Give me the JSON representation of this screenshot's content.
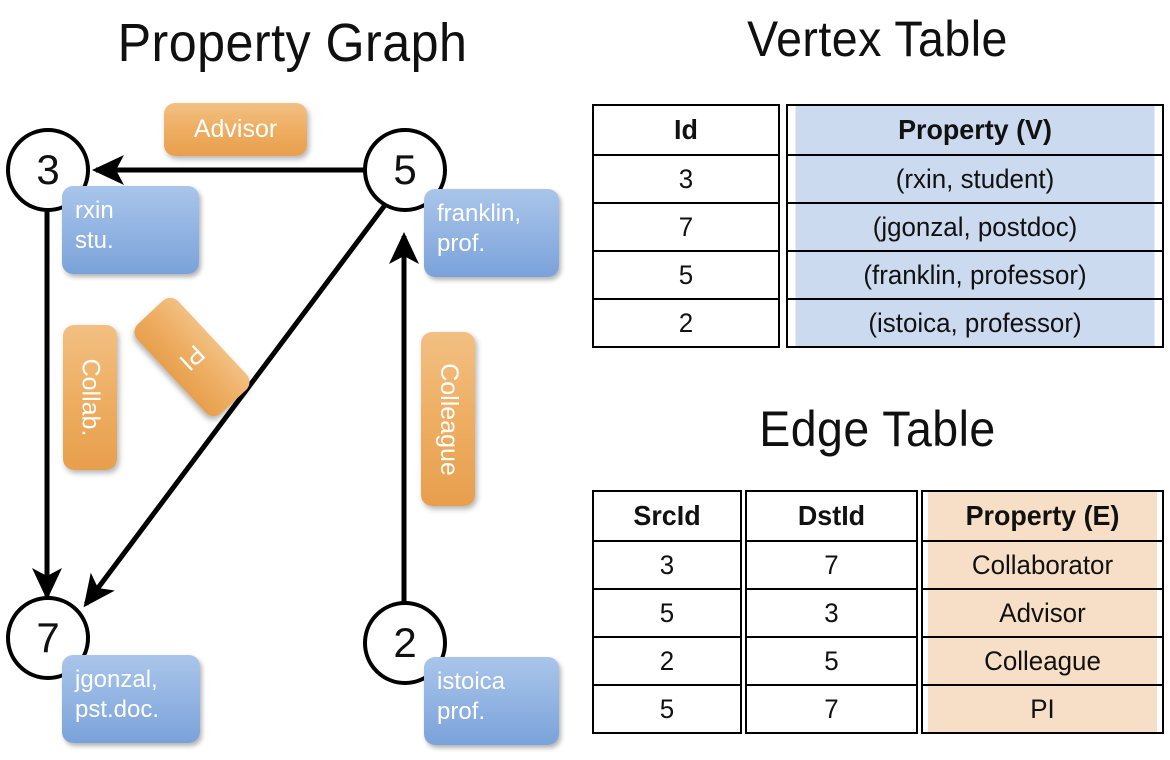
{
  "titles": {
    "property_graph": "Property Graph",
    "vertex_table": "Vertex Table",
    "edge_table": "Edge Table"
  },
  "graph": {
    "nodes": [
      {
        "id": "3",
        "label_line1": "rxin",
        "label_line2": "stu."
      },
      {
        "id": "5",
        "label_line1": "franklin,",
        "label_line2": "prof."
      },
      {
        "id": "7",
        "label_line1": "jgonzal,",
        "label_line2": "pst.doc."
      },
      {
        "id": "2",
        "label_line1": "istoica",
        "label_line2": "prof."
      }
    ],
    "edge_labels": [
      {
        "name": "advisor",
        "text": "Advisor"
      },
      {
        "name": "collab",
        "text": "Collab."
      },
      {
        "name": "pi",
        "text": "PI"
      },
      {
        "name": "colleague",
        "text": "Colleague"
      }
    ]
  },
  "vertex_table": {
    "headers": [
      "Id",
      "Property (V)"
    ],
    "rows": [
      [
        "3",
        "(rxin, student)"
      ],
      [
        "7",
        "(jgonzal, postdoc)"
      ],
      [
        "5",
        "(franklin, professor)"
      ],
      [
        "2",
        "(istoica, professor)"
      ]
    ]
  },
  "edge_table": {
    "headers": [
      "SrcId",
      "DstId",
      "Property (E)"
    ],
    "rows": [
      [
        "3",
        "7",
        "Collaborator"
      ],
      [
        "5",
        "3",
        "Advisor"
      ],
      [
        "2",
        "5",
        "Colleague"
      ],
      [
        "5",
        "7",
        "PI"
      ]
    ]
  },
  "colors": {
    "vertex_box": "#8fb2e0",
    "edge_box": "#eeae62",
    "vertex_cell": "#ccdaef",
    "edge_cell": "#f6dfc6",
    "stroke": "#000000"
  }
}
